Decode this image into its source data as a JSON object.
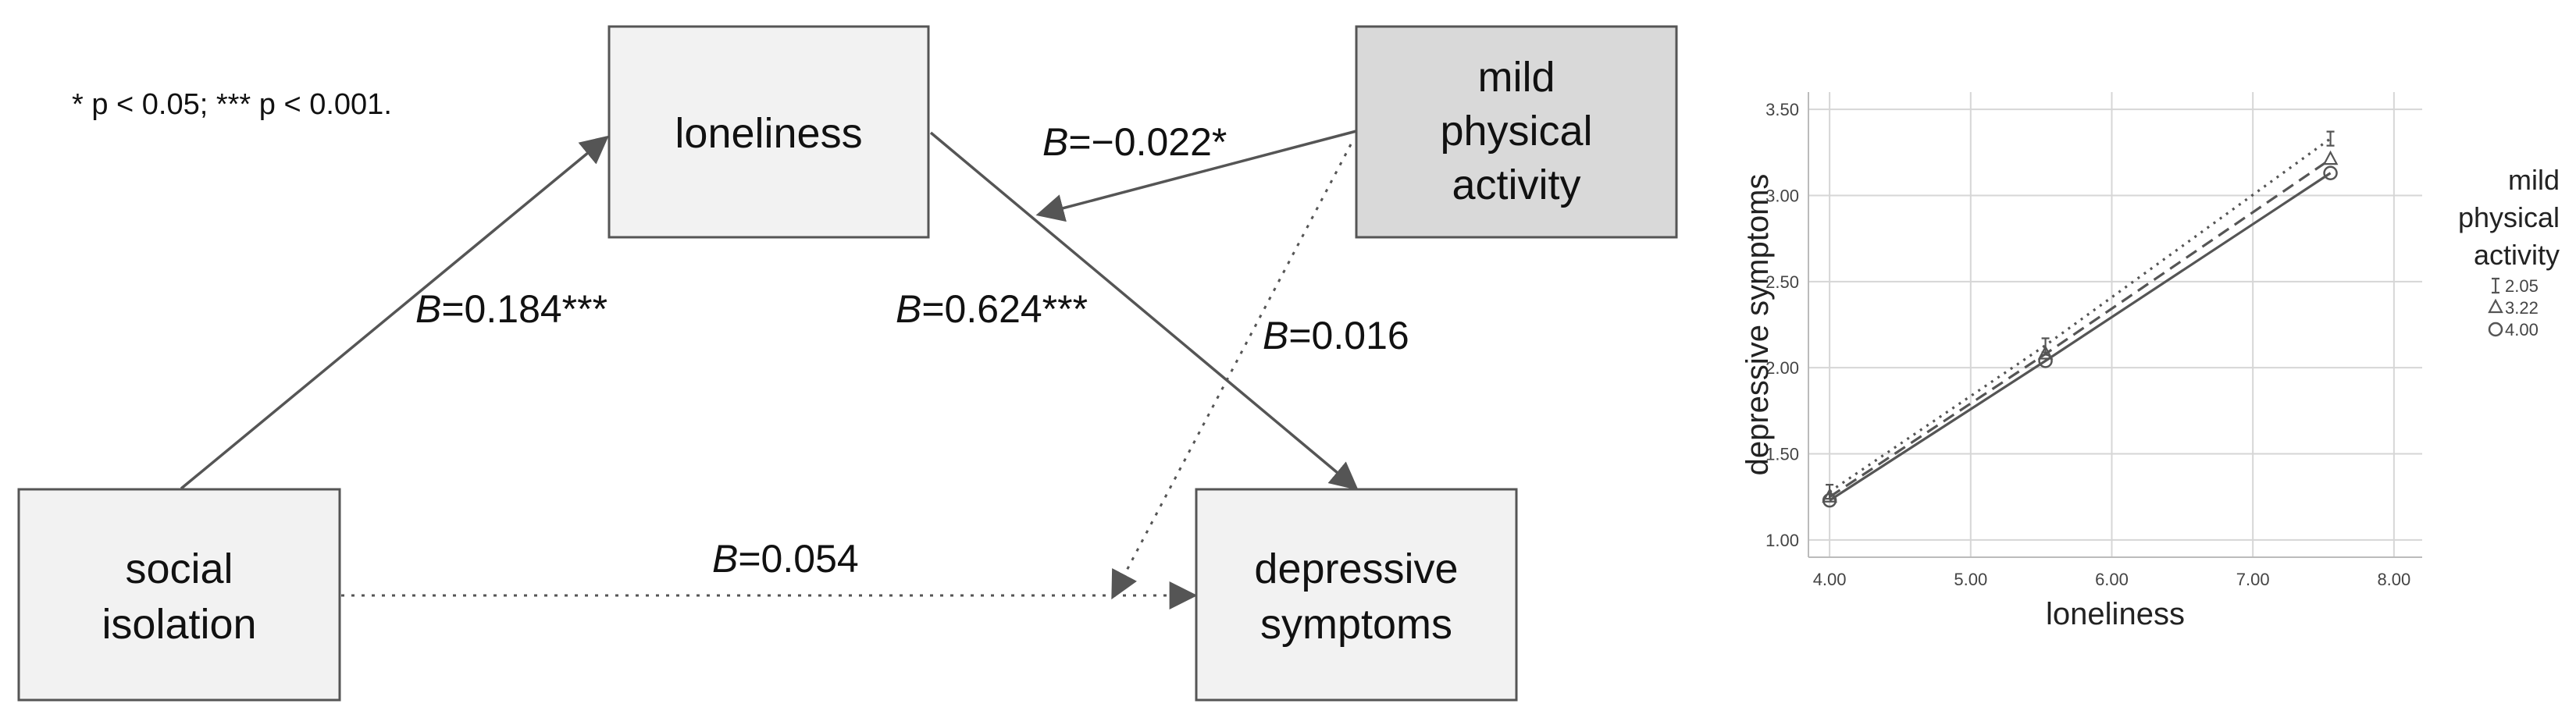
{
  "diagram": {
    "note": "* p < 0.05; *** p < 0.001.",
    "nodes": {
      "loneliness": {
        "lines": [
          "loneliness"
        ]
      },
      "mild_physical_activity": {
        "lines": [
          "mild",
          "physical",
          "activity"
        ]
      },
      "social_isolation": {
        "lines": [
          "social",
          "isolation"
        ]
      },
      "depressive_symptoms": {
        "lines": [
          "depressive",
          "symptoms"
        ]
      }
    },
    "paths": {
      "isolation_to_loneliness": {
        "b_symbol": "B",
        "value": "=0.184***"
      },
      "loneliness_to_depressive": {
        "b_symbol": "B",
        "value": "=0.624***"
      },
      "activity_to_loneliness": {
        "b_symbol": "B",
        "value": "=−0.022*"
      },
      "activity_to_depressive": {
        "b_symbol": "B",
        "value": "=0.016"
      },
      "isolation_to_depressive": {
        "b_symbol": "B",
        "value": "=0.054"
      }
    },
    "colors": {
      "box_fill": "#f2f2f2",
      "moderator_fill": "#d9d9d9",
      "edge": "#555555"
    }
  },
  "chart_data": {
    "type": "line",
    "xlabel": "loneliness",
    "ylabel": "depressive symptoms",
    "xlim": [
      3.85,
      8.2
    ],
    "ylim": [
      0.9,
      3.6
    ],
    "xticks": [
      "4.00",
      "5.00",
      "6.00",
      "7.00",
      "8.00"
    ],
    "yticks": [
      "1.00",
      "1.50",
      "2.00",
      "2.50",
      "3.00",
      "3.50"
    ],
    "grid": true,
    "legend": {
      "title_lines": [
        "mild",
        "physical",
        "activity"
      ],
      "placement": "right"
    },
    "series": [
      {
        "name": "2.05",
        "marker": "I-beam",
        "dash": "dotted",
        "x": [
          4.0,
          5.53,
          7.55
        ],
        "y": [
          1.28,
          2.13,
          3.33
        ]
      },
      {
        "name": "3.22",
        "marker": "triangle",
        "dash": "dashed",
        "x": [
          4.0,
          5.53,
          7.55
        ],
        "y": [
          1.25,
          2.08,
          3.21
        ]
      },
      {
        "name": "4.00",
        "marker": "circle",
        "dash": "solid",
        "x": [
          4.0,
          5.53,
          7.55
        ],
        "y": [
          1.23,
          2.04,
          3.13
        ]
      }
    ],
    "line_color": "#555555"
  }
}
